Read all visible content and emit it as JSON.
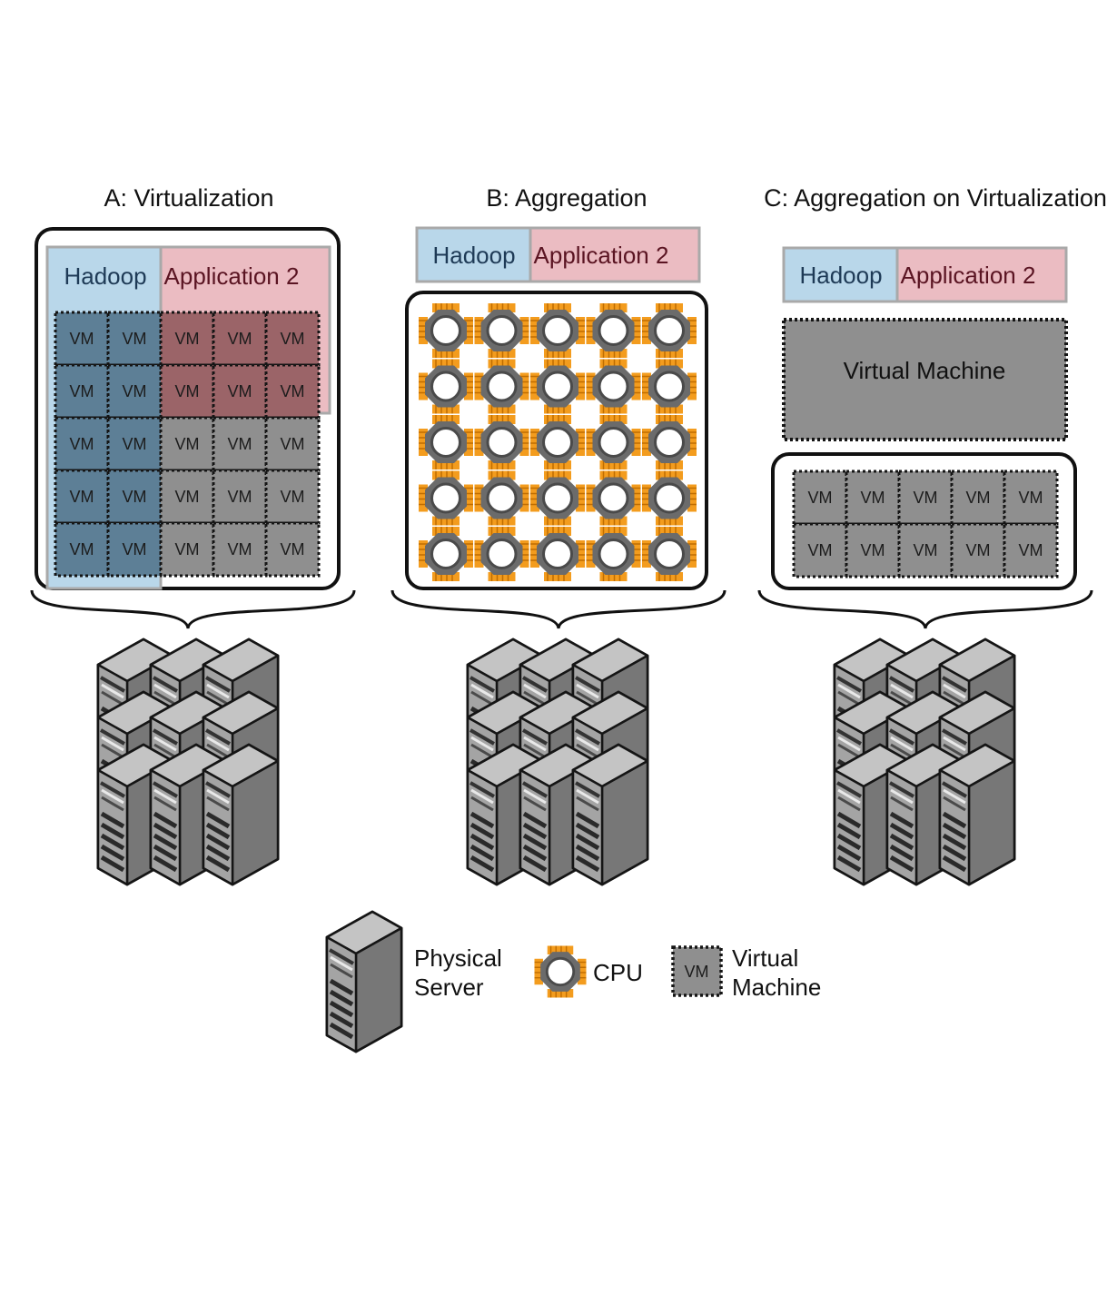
{
  "panels": [
    {
      "title": "A: Virtualization",
      "hadoop_label": "Hadoop",
      "app_label": "Application 2",
      "vm_label": "VM"
    },
    {
      "title": "B: Aggregation",
      "hadoop_label": "Hadoop",
      "app_label": "Application 2"
    },
    {
      "title": "C: Aggregation on Virtualization",
      "hadoop_label": "Hadoop",
      "app_label": "Application 2",
      "big_vm_label": "Virtual Machine",
      "vm_label": "VM"
    }
  ],
  "legend": {
    "server_line1": "Physical",
    "server_line2": "Server",
    "cpu": "CPU",
    "vm_icon": "VM",
    "vm_line1": "Virtual",
    "vm_line2": "Machine"
  },
  "colors": {
    "hadoop": "#b9d7ea",
    "application": "#ebbcc2",
    "vm_gray": "#8f8f8f",
    "cpu_orange": "#f39c1e",
    "cpu_gray": "#6b6b6b"
  },
  "icons": [
    "server-icon",
    "cpu-icon",
    "vm-icon",
    "brace-icon"
  ]
}
